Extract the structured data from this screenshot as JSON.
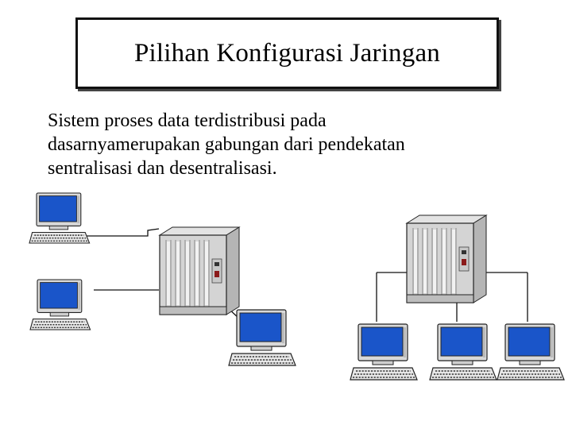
{
  "slide": {
    "title": "Pilihan Konfigurasi Jaringan",
    "body_lines": [
      "Sistem proses data terdistribusi pada",
      "dasarnyamerupakan gabungan dari pendekatan",
      "sentralisasi dan desentralisasi."
    ]
  },
  "colors": {
    "screen": "#1a55c9",
    "device_body": "#d9d9d9",
    "outline": "#222222",
    "server_body": "#cfcfcf",
    "line": "#111111"
  },
  "diagram": {
    "left_group": {
      "servers": 1,
      "computers": 3,
      "icons": [
        "server-icon",
        "computer-icon"
      ]
    },
    "right_group": {
      "servers": 1,
      "computers": 3,
      "icons": [
        "server-icon",
        "computer-icon"
      ]
    }
  }
}
